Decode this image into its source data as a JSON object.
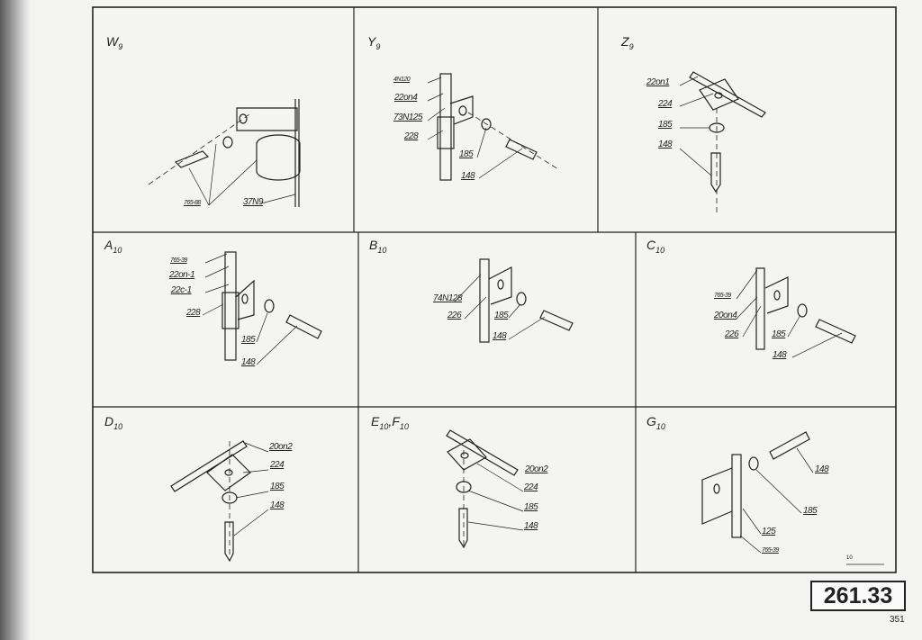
{
  "page_id": "261.33",
  "page_number": "351",
  "scale_label": "10",
  "panels": [
    {
      "title": "W",
      "sub": "9",
      "labels": [
        "765-88",
        "37N9"
      ]
    },
    {
      "title": "Y",
      "sub": "9",
      "labels": [
        "4N120",
        "22on4",
        "73N125",
        "228",
        "185",
        "148"
      ]
    },
    {
      "title": "Z",
      "sub": "9",
      "labels": [
        "22on1",
        "224",
        "185",
        "148"
      ]
    },
    {
      "title": "A",
      "sub": "10",
      "labels": [
        "765-39",
        "22on-1",
        "22c-1",
        "228",
        "185",
        "148"
      ]
    },
    {
      "title": "B",
      "sub": "10",
      "labels": [
        "74N128",
        "226",
        "185",
        "148"
      ]
    },
    {
      "title": "C",
      "sub": "10",
      "labels": [
        "765-39",
        "20on4",
        "226",
        "185",
        "148"
      ]
    },
    {
      "title": "D",
      "sub": "10",
      "labels": [
        "20on2",
        "224",
        "185",
        "148"
      ]
    },
    {
      "title": "E",
      "sub": "10",
      "title2": "F",
      "sub2": "10",
      "labels": [
        "20on2",
        "224",
        "185",
        "148"
      ]
    },
    {
      "title": "G",
      "sub": "10",
      "labels": [
        "148",
        "185",
        "125",
        "765-39"
      ]
    }
  ]
}
